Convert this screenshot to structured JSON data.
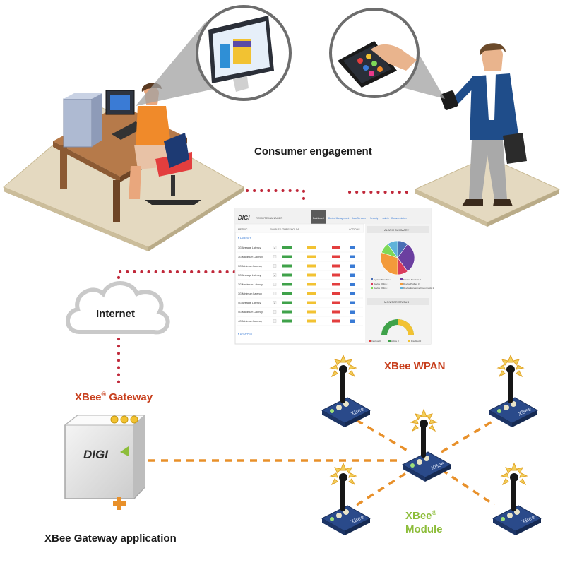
{
  "labels": {
    "consumer_engagement": "Consumer engagement",
    "internet": "Internet",
    "gateway_brand": "XBee",
    "gateway_suffix": "Gateway",
    "registered": "®",
    "gateway_app": "XBee Gateway application",
    "wpan": "XBee WPAN",
    "module_brand": "XBee",
    "module_word": "Module",
    "digi_logo": "DIGI",
    "plus": "+"
  },
  "dashboard": {
    "logo": "DIGI",
    "product": "REMOTE MANAGER",
    "tabs": [
      "Dashboard",
      "Device Management",
      "Data Services",
      "Security",
      "Admin",
      "Documentation"
    ],
    "columns": [
      "METRIC",
      "ENABLED",
      "THRESHOLDS",
      "ACTIONS"
    ],
    "section_latency": "LATENCY",
    "section_dropped": "DROPPED",
    "rows": [
      {
        "metric": "3G Average Latency",
        "checked": true
      },
      {
        "metric": "3G Maximum Latency",
        "checked": false
      },
      {
        "metric": "3G Minimum Latency",
        "checked": false
      },
      {
        "metric": "3G Average Latency",
        "checked": true
      },
      {
        "metric": "3G Maximum Latency",
        "checked": false
      },
      {
        "metric": "3G Minimum Latency",
        "checked": false
      },
      {
        "metric": "4G Average Latency",
        "checked": true
      },
      {
        "metric": "4G Maximum Latency",
        "checked": false
      },
      {
        "metric": "4G Minimum Latency",
        "checked": false
      }
    ],
    "alarm_title": "ALARM SUMMARY",
    "alarm_legend": [
      "System Throttles 1",
      "System Monitors 3",
      "Device Offline 1",
      "Device Profiles 3",
      "Device Offline 1",
      "Device Excessive Disconnects 1"
    ],
    "monitor_title": "MONITOR STATUS",
    "monitor_legend": [
      "Inactive 0",
      "Active 3",
      "Disabled 0"
    ],
    "pie_slices": [
      {
        "label": "System Throttles",
        "value": 1,
        "color": "#4a6fb5"
      },
      {
        "label": "System Monitors",
        "value": 3,
        "color": "#6b3fa0"
      },
      {
        "label": "Device Offline",
        "value": 1,
        "color": "#d93b5c"
      },
      {
        "label": "Device Profiles",
        "value": 3,
        "color": "#f39a3a"
      },
      {
        "label": "Device Offline",
        "value": 1,
        "color": "#7ed957"
      },
      {
        "label": "Device Excessive Disconnects",
        "value": 1,
        "color": "#5fb3d9"
      }
    ]
  },
  "colors": {
    "link_dotted": "#c0283a",
    "link_dashed": "#e8902a",
    "module_board": "#2a4a8a",
    "floor": "#e4d9c0"
  }
}
